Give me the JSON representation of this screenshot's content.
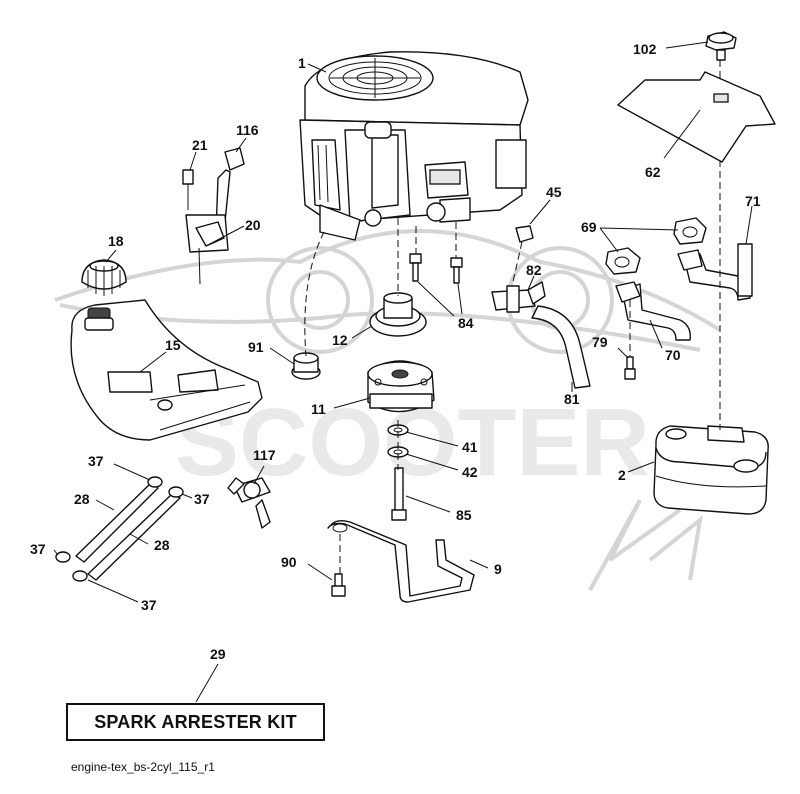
{
  "callouts": {
    "c1": "1",
    "c102": "102",
    "c62": "62",
    "c116": "116",
    "c21": "21",
    "c20": "20",
    "c18": "18",
    "c45": "45",
    "c69": "69",
    "c71": "71",
    "c82": "82",
    "c84": "84",
    "c12": "12",
    "c91": "91",
    "c15": "15",
    "c79": "79",
    "c70": "70",
    "c81": "81",
    "c11": "11",
    "c41": "41",
    "c42": "42",
    "c37a": "37",
    "c117": "117",
    "c2": "2",
    "c28a": "28",
    "c37b": "37",
    "c85": "85",
    "c37c": "37",
    "c28b": "28",
    "c90": "90",
    "c9": "9",
    "c37d": "37",
    "c29": "29"
  },
  "kit_label": "SPARK ARRESTER KIT",
  "diagram_code": "engine-tex_bs-2cyl_115_r1",
  "watermark": {
    "text": "SCOOTER",
    "color": "#d5d5d5"
  }
}
